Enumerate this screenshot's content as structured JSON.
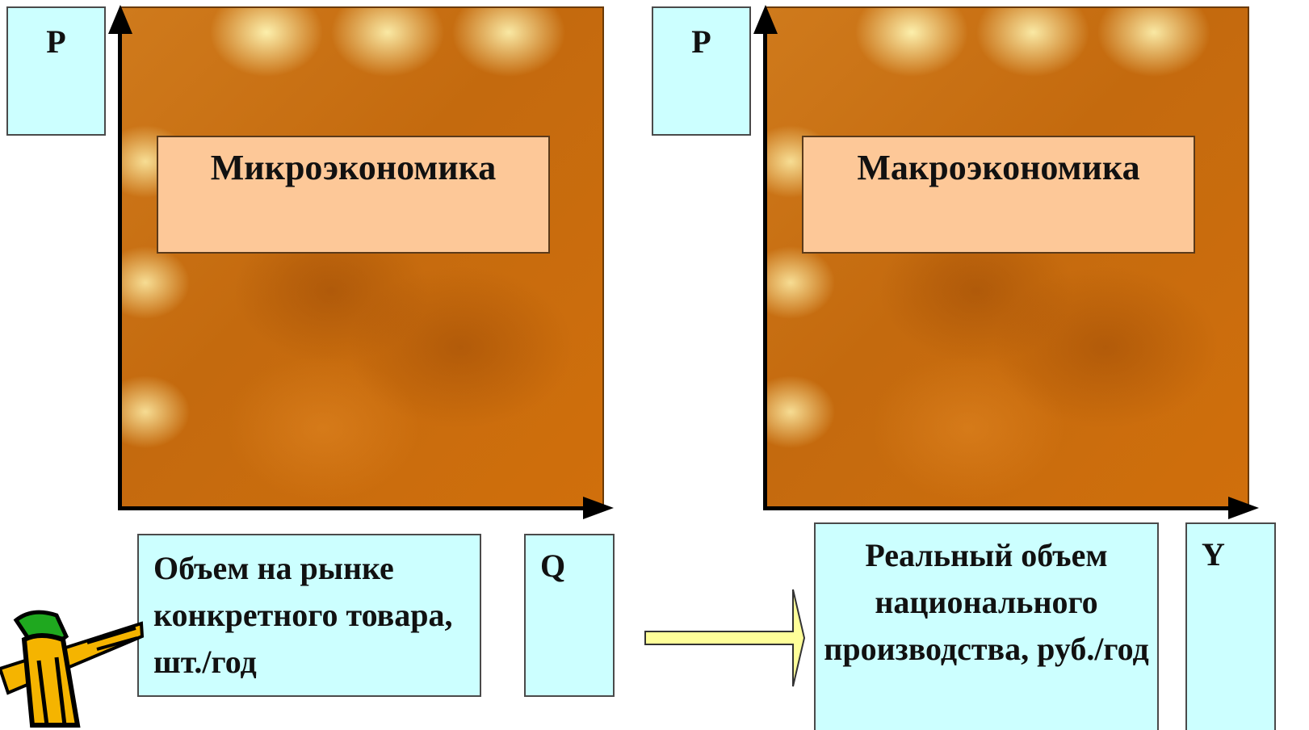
{
  "left_panel": {
    "title": "Микроэкономика",
    "y_axis_label": "P",
    "x_axis_label": "Q",
    "x_description": "Объем на рынке конкретного товара, шт./год"
  },
  "right_panel": {
    "title": "Макроэкономика",
    "y_axis_label": "P",
    "x_axis_label": "Y",
    "x_description": "Реальный объем национального производства, руб./год"
  },
  "colors": {
    "label_box_fill": "#ccffff",
    "title_box_fill": "#fdc898",
    "panel_fill": "#c96d12",
    "arrow_fill": "#ffff99"
  },
  "icons": [
    "pencil-clipart-icon",
    "right-arrow-icon"
  ]
}
